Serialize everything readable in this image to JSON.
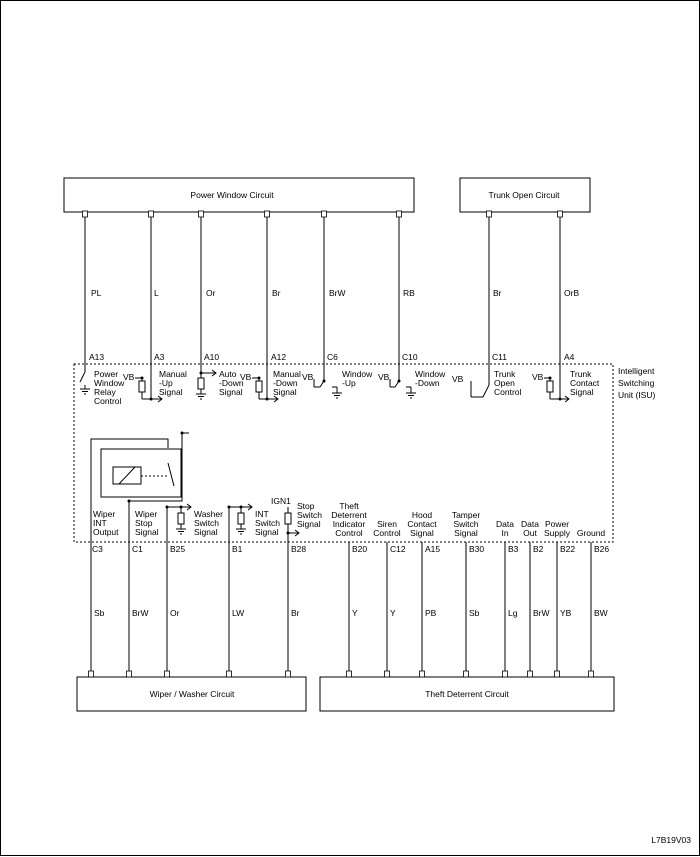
{
  "boxes": {
    "power_window": "Power Window Circuit",
    "trunk_open": "Trunk Open Circuit",
    "wiper_washer": "Wiper / Washer Circuit",
    "theft_deterrent": "Theft Deterrent Circuit"
  },
  "isu": {
    "line1": "Intelligent",
    "line2": "Switching",
    "line3": "Unit (ISU)"
  },
  "vb": "VB",
  "ign": "IGN1",
  "top_wires": [
    {
      "color": "PL",
      "pin": "A13",
      "label": [
        "Power",
        "Window",
        "Relay",
        "Control"
      ]
    },
    {
      "color": "L",
      "pin": "A3",
      "label": [
        "Manual",
        "-Up",
        "Signal"
      ]
    },
    {
      "color": "Or",
      "pin": "A10",
      "label": [
        "Auto",
        "-Down",
        "Signal"
      ]
    },
    {
      "color": "Br",
      "pin": "A12",
      "label": [
        "Manual",
        "-Down",
        "Signal"
      ]
    },
    {
      "color": "BrW",
      "pin": "C6",
      "label": [
        "Window",
        "-Up"
      ]
    },
    {
      "color": "RB",
      "pin": "C10",
      "label": [
        "Window",
        "-Down"
      ]
    },
    {
      "color": "Br",
      "pin": "C11",
      "label": [
        "Trunk",
        "Open",
        "Control"
      ]
    },
    {
      "color": "OrB",
      "pin": "A4",
      "label": [
        "Trunk",
        "Contact",
        "Signal"
      ]
    }
  ],
  "bottom_wires": [
    {
      "color": "Sb",
      "pin": "C3",
      "label": [
        "Wiper",
        "INT",
        "Output"
      ]
    },
    {
      "color": "BrW",
      "pin": "C1",
      "label": [
        "Wiper",
        "Stop",
        "Signal"
      ]
    },
    {
      "color": "Or",
      "pin": "B25",
      "label": [
        "Washer",
        "Switch",
        "Signal"
      ]
    },
    {
      "color": "LW",
      "pin": "B1",
      "label": [
        "INT",
        "Switch",
        "Signal"
      ]
    },
    {
      "color": "Br",
      "pin": "B28",
      "label": [
        "Stop",
        "Switch",
        "Signal"
      ]
    },
    {
      "color": "Y",
      "pin": "B20",
      "label": [
        "Theft",
        "Deterrent",
        "Indicator",
        "Control"
      ]
    },
    {
      "color": "Y",
      "pin": "C12",
      "label": [
        "Siren",
        "Control"
      ]
    },
    {
      "color": "PB",
      "pin": "A15",
      "label": [
        "Hood",
        "Contact",
        "Signal"
      ]
    },
    {
      "color": "Sb",
      "pin": "B30",
      "label": [
        "Tamper",
        "Switch",
        "Signal"
      ]
    },
    {
      "color": "Lg",
      "pin": "B3",
      "label": [
        "Data",
        "In"
      ]
    },
    {
      "color": "BrW",
      "pin": "B2",
      "label": [
        "Data",
        "Out"
      ]
    },
    {
      "color": "YB",
      "pin": "B22",
      "label": [
        "Power",
        "Supply"
      ]
    },
    {
      "color": "BW",
      "pin": "B26",
      "label": [
        "Ground"
      ]
    }
  ],
  "code": "L7B19V03"
}
